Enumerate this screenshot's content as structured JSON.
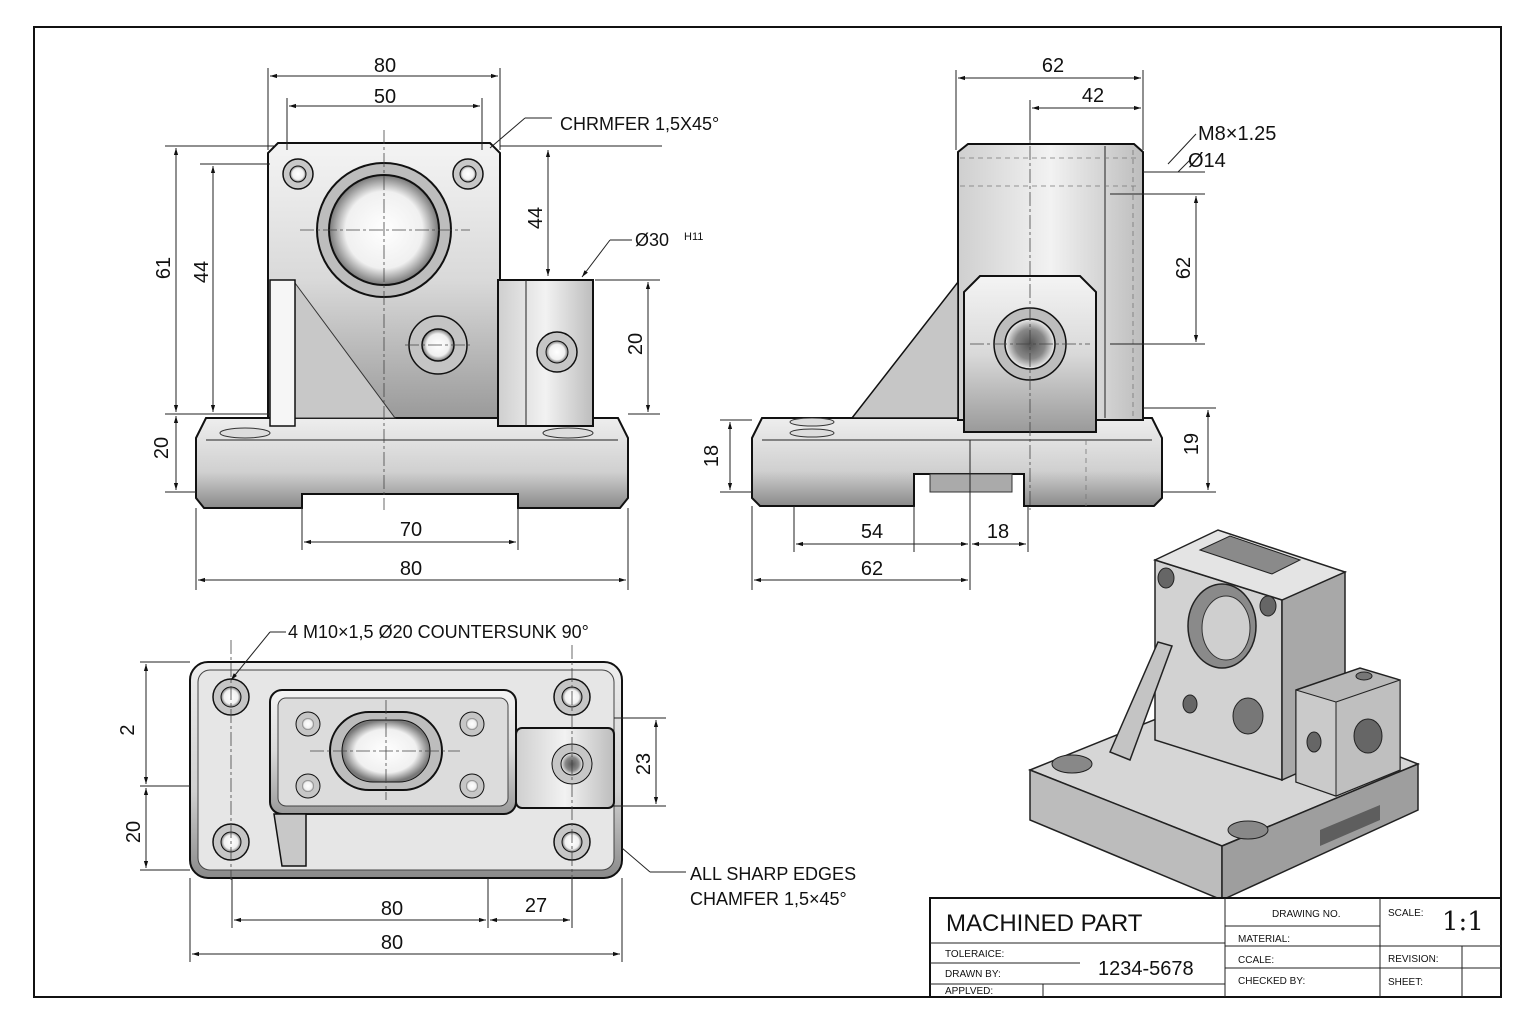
{
  "front_view": {
    "dim_top_overall": "80",
    "dim_top_inner": "50",
    "chamfer_note": "CHRMFER 1,5X45°",
    "dim_left_outer": "61",
    "dim_left_inner": "44",
    "dim_right_44": "44",
    "bore_note": "Ø30",
    "bore_tol": "H11",
    "dim_right_20": "20",
    "dim_base_20": "20",
    "dim_bottom_70": "70",
    "dim_bottom_80": "80"
  },
  "side_view": {
    "dim_top_62": "62",
    "dim_top_42": "42",
    "thread_note": "M8×1.25",
    "dia_note": "Ø14",
    "dim_right_62": "62",
    "dim_left_18": "18",
    "dim_right_19": "19",
    "dim_bottom_54": "54",
    "dim_bottom_18": "18",
    "dim_bottom_62": "62"
  },
  "top_view": {
    "hole_note": "4 M10×1,5  Ø20 COUNTERSUNK 90°",
    "dim_left_2": "2",
    "dim_left_20": "20",
    "dim_right_23": "23",
    "dim_bottom_80_inner": "80",
    "dim_bottom_27": "27",
    "dim_bottom_80": "80",
    "edges_note_line1": "ALL SHARP EDGES",
    "edges_note_line2": "CHAMFER 1,5×45°"
  },
  "title_block": {
    "title": "MACHINED PART",
    "tolerance_label": "TOLERAICE:",
    "drawn_by_label": "DRAWN BY:",
    "approved_label": "APPLVED:",
    "drawing_no_label": "DRAWING NO.",
    "drawing_no": "1234-5678",
    "material_label": "MATERIAL:",
    "scale_label_mid": "CCALE:",
    "checked_by_label": "CHECKED BY:",
    "scale_label": "SCALE:",
    "scale_value": "1:1",
    "revision_label": "REVISION:",
    "sheet_label": "SHEET:"
  }
}
